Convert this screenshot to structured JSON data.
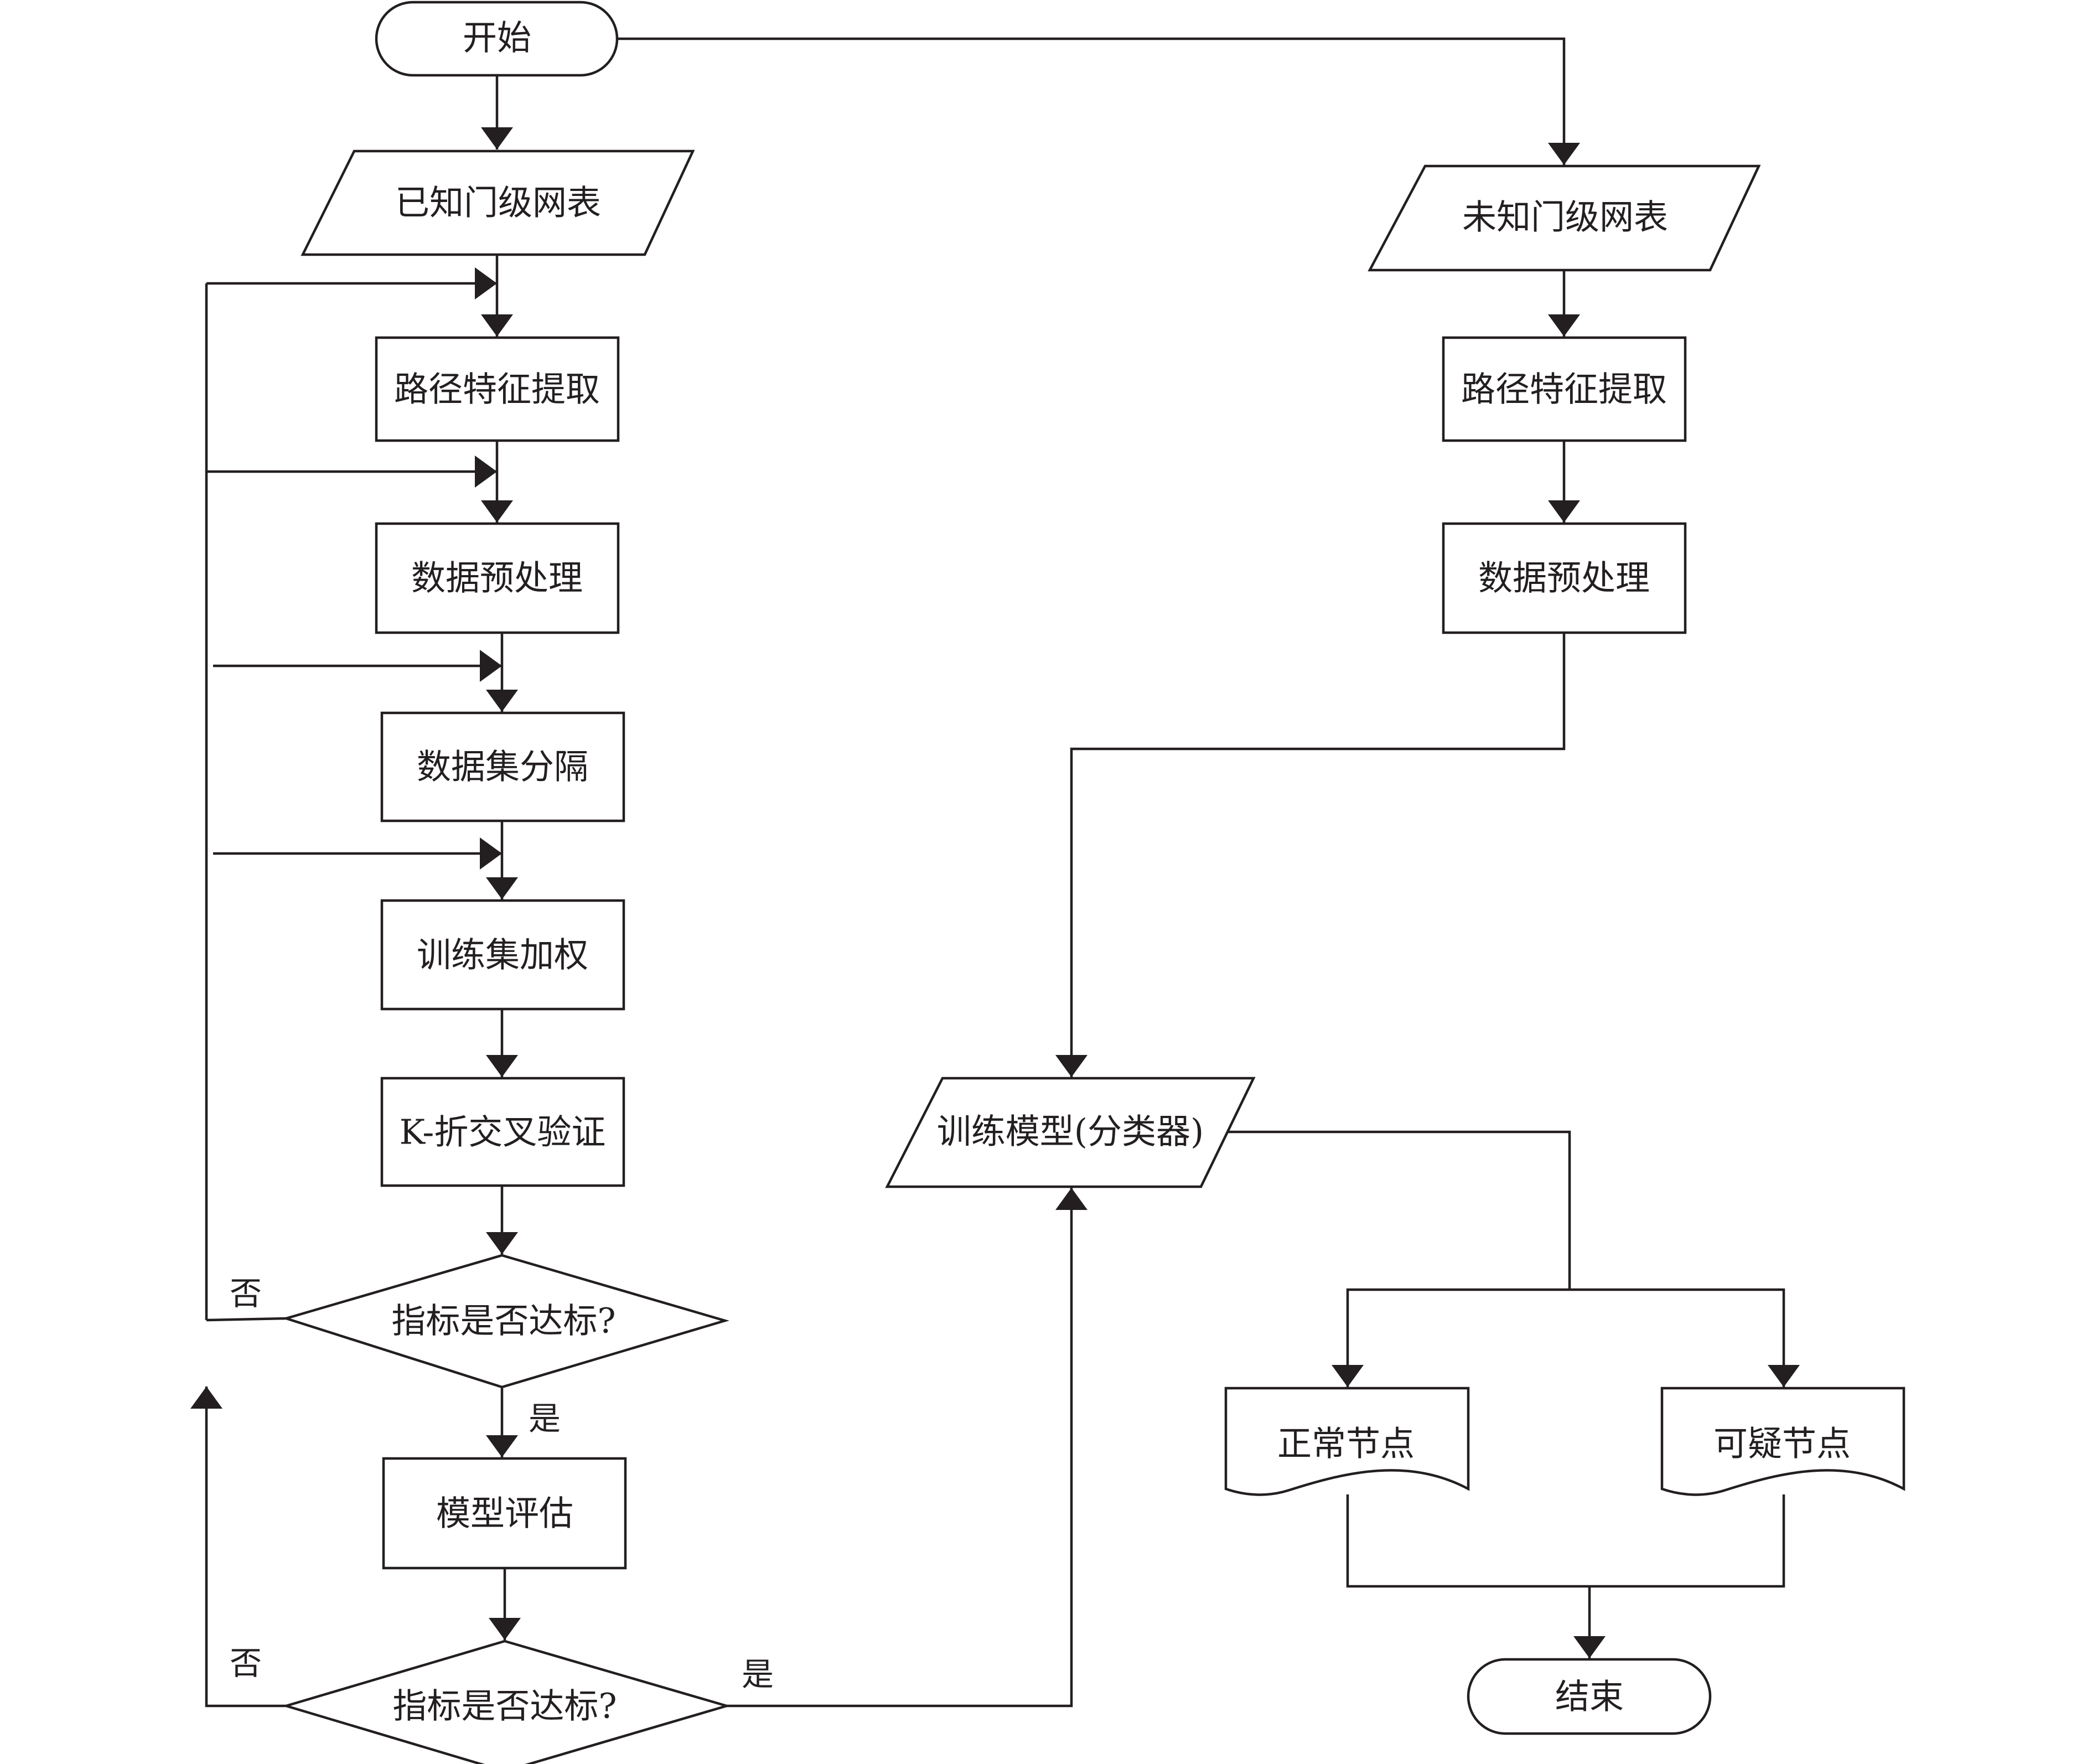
{
  "nodes": {
    "start": "开始",
    "known_netlist": "已知门级网表",
    "path_extract_l": "路径特征提取",
    "preprocess_l": "数据预处理",
    "dataset_split": "数据集分隔",
    "train_weight": "训练集加权",
    "kfold": "K-折交叉验证",
    "decision1": "指标是否达标?",
    "model_eval": "模型评估",
    "decision2": "指标是否达标?",
    "unknown_netlist": "未知门级网表",
    "path_extract_r": "路径特征提取",
    "preprocess_r": "数据预处理",
    "train_model": "训练模型(分类器)",
    "normal_node": "正常节点",
    "suspicious_node": "可疑节点",
    "end": "结束"
  },
  "edge_labels": {
    "d1_no": "否",
    "d1_yes": "是",
    "d2_no": "否",
    "d2_yes": "是"
  },
  "colors": {
    "line": "#231f20",
    "fill": "#ffffff"
  }
}
